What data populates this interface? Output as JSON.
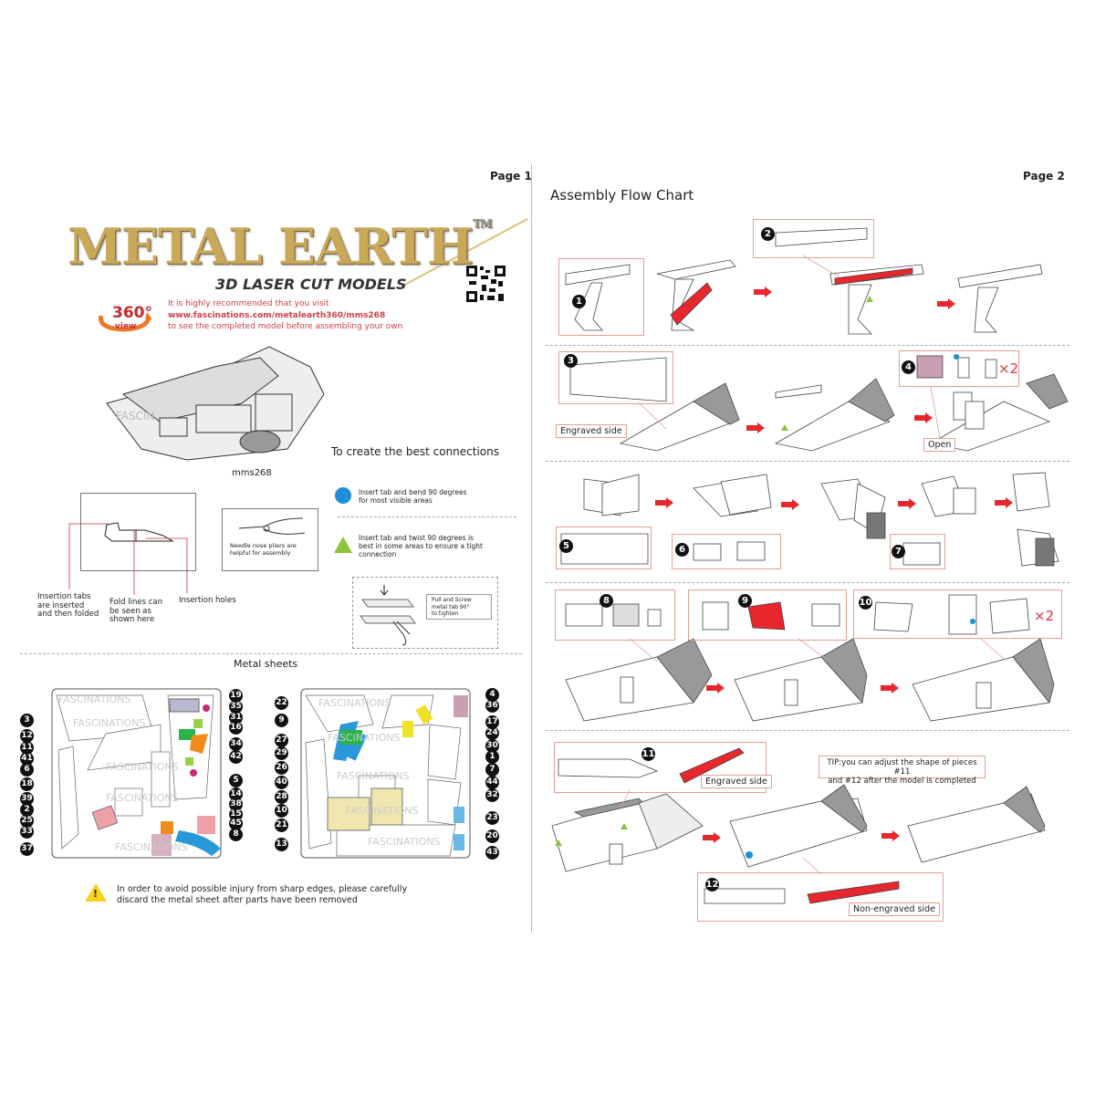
{
  "page1": {
    "page_label": "Page 1",
    "brand": {
      "logo_text": "METAL EARTH",
      "trademark": "TM",
      "subtitle": "3D LASER CUT MODELS"
    },
    "view360": {
      "icon_text": "360° view",
      "line1": "It is highly recommended that you visit",
      "url": "www.fascinations.com/metalearth360/mms268",
      "line3": "to see the completed model before assembling your own"
    },
    "model_code": "mms268",
    "connections_title": "To create the best connections",
    "tips": [
      {
        "icon": "blue-circle",
        "text1": "Insert tab and bend 90 degrees",
        "text2": "for most visible areas",
        "color": "#1e8fd6"
      },
      {
        "icon": "green-triangle",
        "text1": "Insert tab and twist 90 degrees  is",
        "text2": "best in some areas to ensure  a tight",
        "text3": "connection",
        "color": "#8cc43c"
      }
    ],
    "pliers_note": [
      "Needle  nose  pliers are",
      "helpful for assembly"
    ],
    "screw_note": [
      "Pull and Screw",
      "metal tab 90°",
      "to tighten"
    ],
    "diagram_labels": {
      "tabs": [
        "Insertion tabs",
        "are inserted",
        "and then folded"
      ],
      "folds": [
        "Fold lines can",
        "be seen as",
        "shown here"
      ],
      "holes": "Insertion holes"
    },
    "sheets_title": "Metal sheets",
    "watermark": "FASCINATIONS",
    "sheet1": {
      "left": [
        "3",
        "12",
        "11",
        "41",
        "6",
        "18",
        "39",
        "2",
        "25",
        "33",
        "37"
      ],
      "right": [
        "19",
        "35",
        "31",
        "16",
        "34",
        "42",
        "5",
        "14",
        "38",
        "15",
        "45",
        "8"
      ]
    },
    "sheet2": {
      "left": [
        "22",
        "9",
        "27",
        "29",
        "26",
        "40",
        "28",
        "10",
        "21",
        "13"
      ],
      "right": [
        "4",
        "36",
        "17",
        "24",
        "30",
        "1",
        "7",
        "44",
        "32",
        "23",
        "20",
        "43"
      ]
    },
    "warning": [
      "In order to avoid possible injury from sharp edges, please carefully",
      "discard the metal sheet after parts have been removed"
    ]
  },
  "page2": {
    "page_label": "Page 2",
    "title": "Assembly Flow Chart",
    "steps": [
      "1",
      "2",
      "3",
      "4",
      "5",
      "6",
      "7",
      "8",
      "9",
      "10",
      "11",
      "12"
    ],
    "labels": {
      "engraved": "Engraved side",
      "open": "Open",
      "x2": "×2",
      "non_engraved": "Non-engraved side"
    },
    "tip": [
      "TIP:you can adjust the shape of pieces #11",
      "and #12 after the model is  completed"
    ],
    "arrow_color": "#e8262e"
  }
}
